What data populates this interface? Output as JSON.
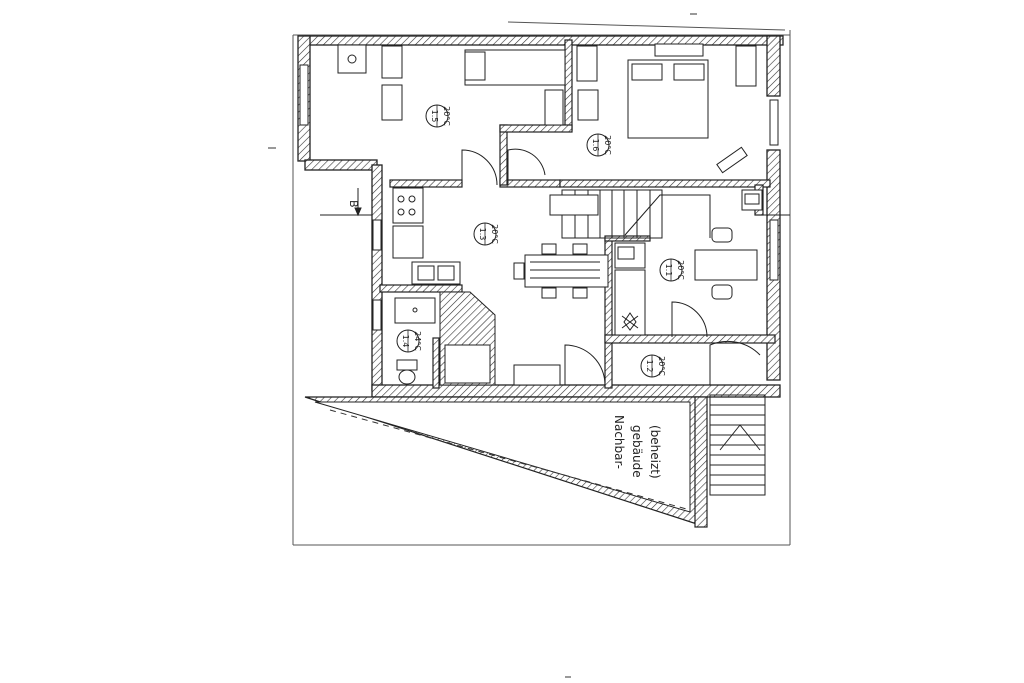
{
  "rooms": [
    {
      "number": "1.1",
      "temp": "20°C"
    },
    {
      "number": "1.2",
      "temp": "20°C"
    },
    {
      "number": "1.3",
      "temp": "20°C"
    },
    {
      "number": "1.4",
      "temp": "24°C"
    },
    {
      "number": "1.5",
      "temp": "20°C"
    },
    {
      "number": "1.6",
      "temp": "20°C"
    }
  ],
  "section_marker": "B",
  "neighbor": {
    "line1": "Nachbar-",
    "line2": "gebäude",
    "line3": "(beheizt)"
  }
}
